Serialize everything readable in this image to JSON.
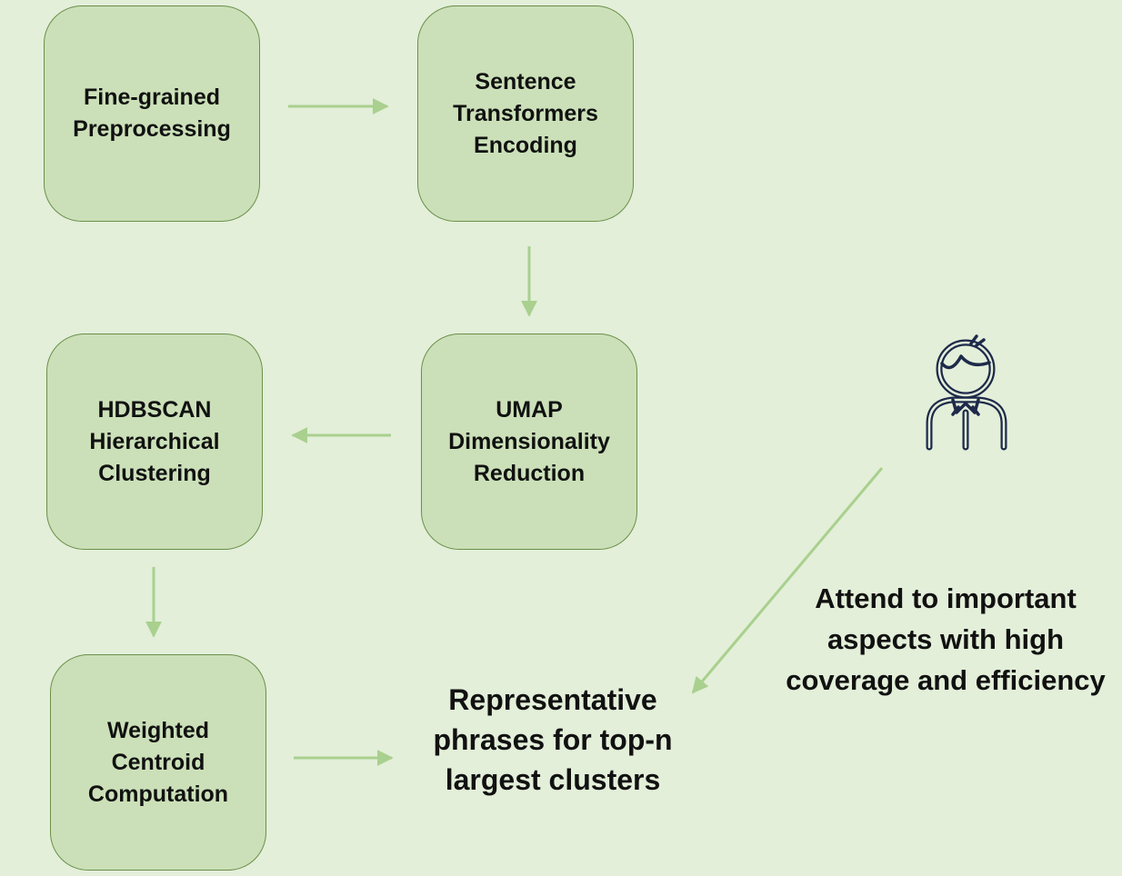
{
  "diagram": {
    "steps": [
      {
        "id": "preprocess",
        "label": "Fine-grained\nPreprocessing"
      },
      {
        "id": "encoding",
        "label": "Sentence\nTransformers\nEncoding"
      },
      {
        "id": "umap",
        "label": "UMAP\nDimensionality\nReduction"
      },
      {
        "id": "hdbscan",
        "label": "HDBSCAN\nHierarchical\nClustering"
      },
      {
        "id": "centroid",
        "label": "Weighted\nCentroid\nComputation"
      }
    ],
    "output_label": "Representative\nphrases for top-n\nlargest clusters",
    "annotation": "Attend to important\naspects with high\ncoverage and efficiency",
    "icons": [
      "person-icon"
    ],
    "colors": {
      "background": "#e3efd9",
      "box_fill": "#cbe0b8",
      "box_border": "#6b8f4a",
      "arrow": "#a9d08e",
      "icon": "#1e2a4a"
    }
  }
}
